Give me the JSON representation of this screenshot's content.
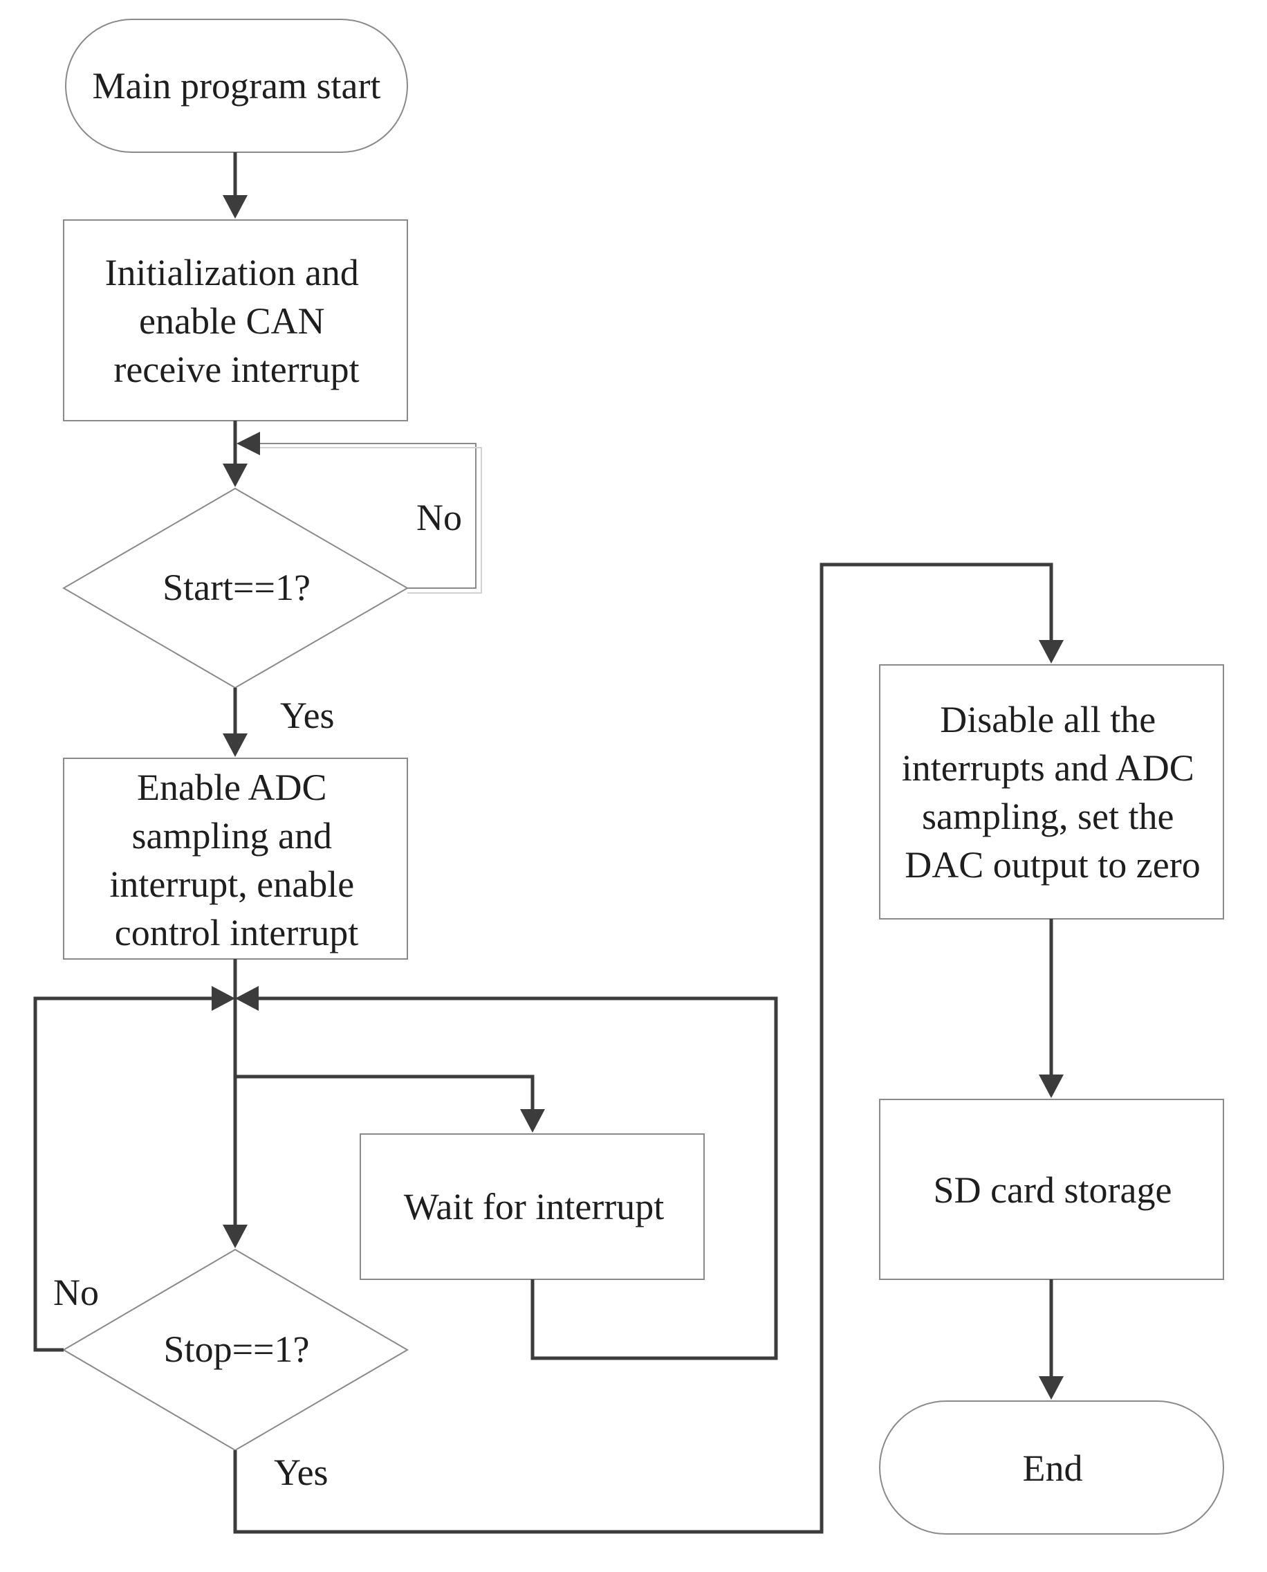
{
  "nodes": {
    "start": "Main program start",
    "init": [
      "Initialization and",
      "enable CAN",
      "receive interrupt"
    ],
    "cond_start": "Start==1?",
    "enable_adc": [
      "Enable ADC",
      "sampling and",
      "interrupt, enable",
      "control interrupt"
    ],
    "wait": "Wait for interrupt",
    "cond_stop": "Stop==1?",
    "disable": [
      "Disable all the",
      "interrupts and ADC",
      "sampling, set the",
      "DAC output to zero"
    ],
    "sd": "SD card storage",
    "end": "End"
  },
  "edges": {
    "start_no": "No",
    "start_yes": "Yes",
    "stop_no": "No",
    "stop_yes": "Yes"
  }
}
